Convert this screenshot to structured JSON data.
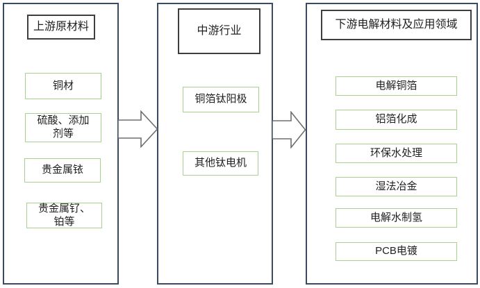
{
  "diagram": {
    "columns": [
      {
        "title": "上游原材料",
        "items": [
          "铜材",
          "硫酸、添加\n剂等",
          "贵金属铱",
          "贵金属钌、\n铂等"
        ]
      },
      {
        "title": "中游行业",
        "items": [
          "铜箔钛阳极",
          "其他钛电机"
        ]
      },
      {
        "title": "下游电解材料及应用领域",
        "items": [
          "电解铜箔",
          "铝箔化成",
          "环保水处理",
          "湿法冶金",
          "电解水制氢",
          "PCB电镀"
        ]
      }
    ],
    "colors": {
      "background": "#ffffff",
      "panel_border": "#3b4a63",
      "title_border": "#3d3d3d",
      "item_border": "#a9d18e",
      "arrow_outline": "#6e6e6e",
      "arrow_fill": "#ffffff",
      "text": "#1f1f1f"
    }
  }
}
